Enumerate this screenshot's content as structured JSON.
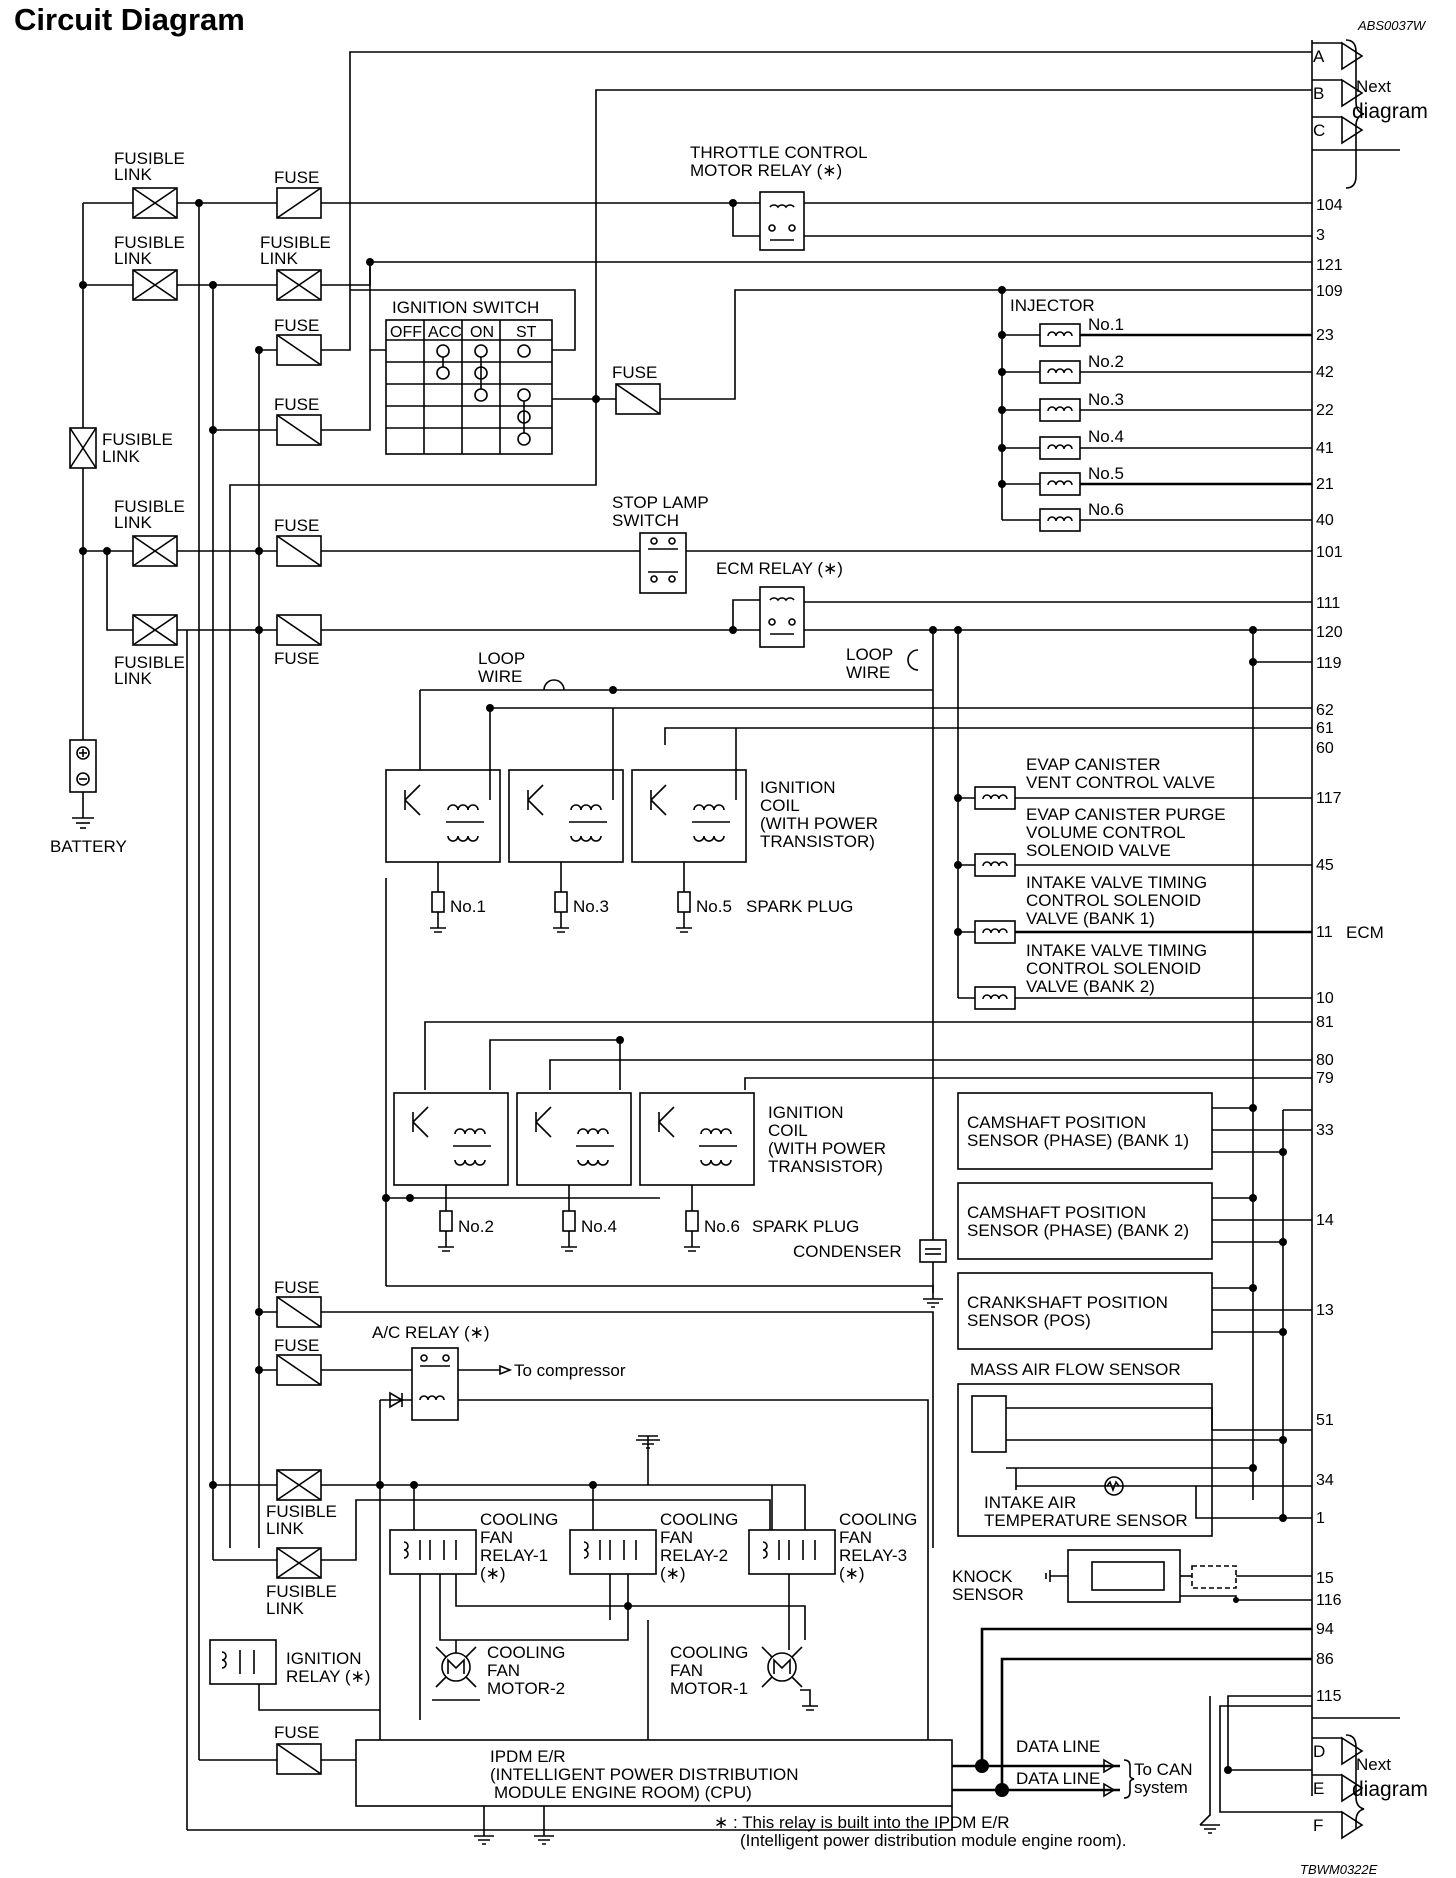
{
  "header": {
    "title": "Circuit Diagram",
    "code": "ABS0037W",
    "figure_id": "TBWM0322E"
  },
  "connectors": {
    "top": [
      "A",
      "B",
      "C"
    ],
    "bottom": [
      "D",
      "E",
      "F"
    ],
    "next_1": "Next",
    "next_2": "diagram"
  },
  "ecm": {
    "label": "ECM",
    "pins": [
      "104",
      "3",
      "121",
      "109",
      "23",
      "42",
      "22",
      "41",
      "21",
      "40",
      "101",
      "111",
      "120",
      "119",
      "62",
      "61",
      "60",
      "117",
      "45",
      "11",
      "10",
      "81",
      "80",
      "79",
      "33",
      "14",
      "13",
      "51",
      "34",
      "1",
      "15",
      "116",
      "94",
      "86",
      "115"
    ]
  },
  "labels": {
    "fusible_1": "FUSIBLE",
    "fusible_2": "LINK",
    "fuse": "FUSE",
    "battery": "BATTERY",
    "tcm_relay_1": "THROTTLE CONTROL",
    "tcm_relay_2": "MOTOR RELAY (∗)",
    "ign_switch": "IGNITION SWITCH",
    "ign_positions": [
      "OFF",
      "ACC",
      "ON",
      "ST"
    ],
    "injector": "INJECTOR",
    "injectors": [
      "No.1",
      "No.2",
      "No.3",
      "No.4",
      "No.5",
      "No.6"
    ],
    "stop_lamp_1": "STOP LAMP",
    "stop_lamp_2": "SWITCH",
    "ecm_relay": "ECM RELAY (∗)",
    "loop_1": "LOOP",
    "loop_2": "WIRE",
    "ign_coil": [
      "IGNITION",
      "COIL",
      "(WITH POWER",
      "TRANSISTOR)"
    ],
    "spark_top": [
      "No.1",
      "No.3",
      "No.5"
    ],
    "spark_bottom": [
      "No.2",
      "No.4",
      "No.6"
    ],
    "spark_plug": "SPARK PLUG",
    "condenser": "CONDENSER",
    "evap_vent": [
      "EVAP CANISTER",
      "VENT CONTROL VALVE"
    ],
    "evap_purge": [
      "EVAP CANISTER PURGE",
      "VOLUME CONTROL",
      "SOLENOID VALVE"
    ],
    "ivt_b1": [
      "INTAKE VALVE TIMING",
      "CONTROL SOLENOID",
      "VALVE (BANK 1)"
    ],
    "ivt_b2": [
      "INTAKE VALVE TIMING",
      "CONTROL SOLENOID",
      "VALVE (BANK 2)"
    ],
    "cmp_b1": [
      "CAMSHAFT POSITION",
      "SENSOR (PHASE) (BANK 1)"
    ],
    "cmp_b2": [
      "CAMSHAFT POSITION",
      "SENSOR (PHASE) (BANK 2)"
    ],
    "ckp": [
      "CRANKSHAFT POSITION",
      "SENSOR (POS)"
    ],
    "maf": "MASS AIR FLOW SENSOR",
    "iat": [
      "INTAKE AIR",
      "TEMPERATURE SENSOR"
    ],
    "knock": [
      "KNOCK",
      "SENSOR"
    ],
    "ac_relay": "A/C RELAY (∗)",
    "to_compressor": "To compressor",
    "fan_relay_1": [
      "COOLING",
      "FAN",
      "RELAY-1",
      "(∗)"
    ],
    "fan_relay_2": [
      "COOLING",
      "FAN",
      "RELAY-2",
      "(∗)"
    ],
    "fan_relay_3": [
      "COOLING",
      "FAN",
      "RELAY-3",
      "(∗)"
    ],
    "fan_motor_2": [
      "COOLING",
      "FAN",
      "MOTOR-2"
    ],
    "fan_motor_1": [
      "COOLING",
      "FAN",
      "MOTOR-1"
    ],
    "ign_relay": [
      "IGNITION",
      "RELAY (∗)"
    ],
    "ipdm": [
      "IPDM E/R",
      "(INTELLIGENT POWER DISTRIBUTION",
      "MODULE ENGINE ROOM) (CPU)"
    ],
    "data_line": "DATA LINE",
    "to_can_1": "To CAN",
    "to_can_2": "system",
    "footnote_1": "∗ : This relay is built into the IPDM E/R",
    "footnote_2": "(Intelligent power distribution module engine room)."
  }
}
